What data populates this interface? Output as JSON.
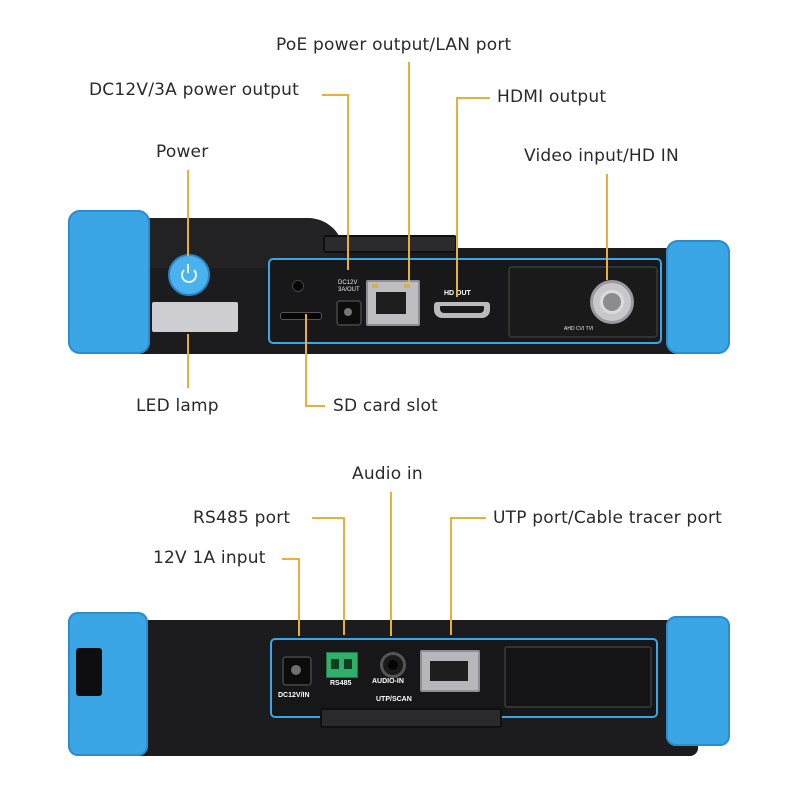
{
  "top_callouts": {
    "poe": "PoE power output/LAN port",
    "dc12v": "DC12V/3A power output",
    "hdmi": "HDMI output",
    "power": "Power",
    "video": "Video input/HD IN",
    "led": "LED lamp",
    "sd": "SD card slot"
  },
  "bottom_callouts": {
    "audio": "Audio in",
    "rs485": "RS485 port",
    "utp": "UTP port/Cable tracer port",
    "dc12v_in": "12V 1A input"
  },
  "device_markings": {
    "top_dc": "DC12V\n3A/OUT",
    "top_hdout": "HD OUT",
    "top_video": "AHD CVI TVI",
    "bot_dc": "DC12V/IN",
    "bot_rs485": "RS485",
    "bot_audio": "AUDIO-IN",
    "bot_utp": "UTP/SCAN"
  },
  "colors": {
    "accent_blue": "#3aa6e6",
    "callout_line": "#e8b03a",
    "body": "#1e1e1e"
  }
}
